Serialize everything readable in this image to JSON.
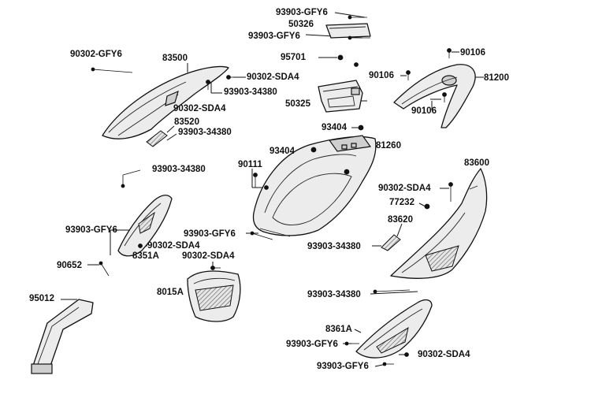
{
  "labels": {
    "l_93903_gfy6_top": "93903-GFY6",
    "l_50326": "50326",
    "l_93903_gfy6_top2": "93903-GFY6",
    "l_90302_gfy6_left": "90302-GFY6",
    "l_83500": "83500",
    "l_90302_sda4_a": "90302-SDA4",
    "l_93903_34380_a": "93903-34380",
    "l_95701": "95701",
    "l_90106_a": "90106",
    "l_90106_b": "90106",
    "l_81200": "81200",
    "l_90302_sda4_b": "90302-SDA4",
    "l_83520": "83520",
    "l_93903_34380_b": "93903-34380",
    "l_50325": "50325",
    "l_90106_c": "90106",
    "l_93404_a": "93404",
    "l_93404_b": "93404",
    "l_81260": "81260",
    "l_90111": "90111",
    "l_83600": "83600",
    "l_93903_34380_c": "93903-34380",
    "l_90302_sda4_c": "90302-SDA4",
    "l_77232": "77232",
    "l_83620": "83620",
    "l_93903_gfy6_mid": "93903-GFY6",
    "l_93903_gfy6_left": "93903-GFY6",
    "l_90302_sda4_d": "90302-SDA4",
    "l_8351a": "8351A",
    "l_93903_34380_d": "93903-34380",
    "l_90652": "90652",
    "l_90302_sda4_e": "90302-SDA4",
    "l_8015a": "8015A",
    "l_95012": "95012",
    "l_93903_34380_e": "93903-34380",
    "l_8361a": "8361A",
    "l_93903_gfy6_bot1": "93903-GFY6",
    "l_90302_sda4_f": "90302-SDA4",
    "l_93903_gfy6_bot2": "93903-GFY6"
  }
}
